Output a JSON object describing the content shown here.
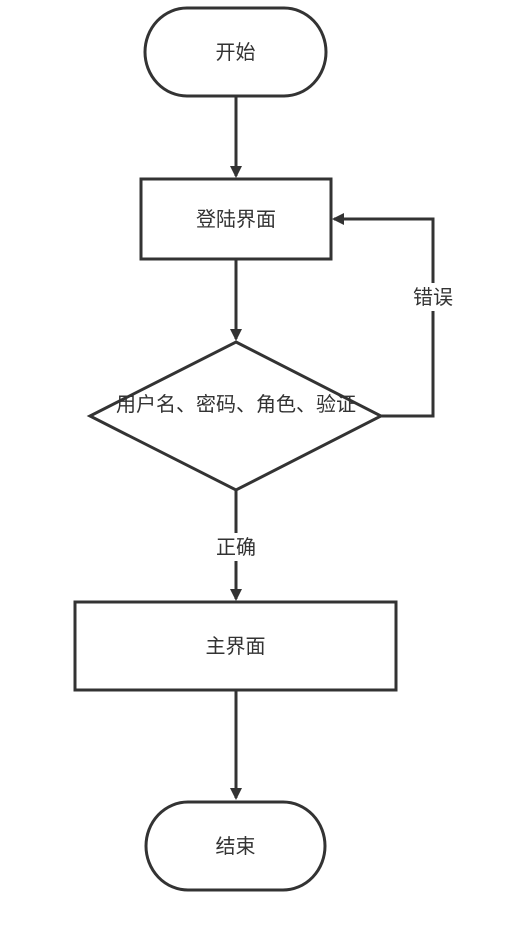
{
  "diagram": {
    "nodes": {
      "start": {
        "label": "开始",
        "shape": "terminal"
      },
      "login": {
        "label": "登陆界面",
        "shape": "process"
      },
      "check": {
        "label": "用户名、密码、角色、验证",
        "shape": "decision"
      },
      "main": {
        "label": "主界面",
        "shape": "process"
      },
      "end": {
        "label": "结束",
        "shape": "terminal"
      }
    },
    "edges": {
      "error": {
        "from": "check",
        "to": "login",
        "label": "错误"
      },
      "correct": {
        "from": "check",
        "to": "main",
        "label": "正确"
      }
    },
    "colors": {
      "stroke": "#333333",
      "fill": "#ffffff",
      "text": "#333333"
    }
  }
}
